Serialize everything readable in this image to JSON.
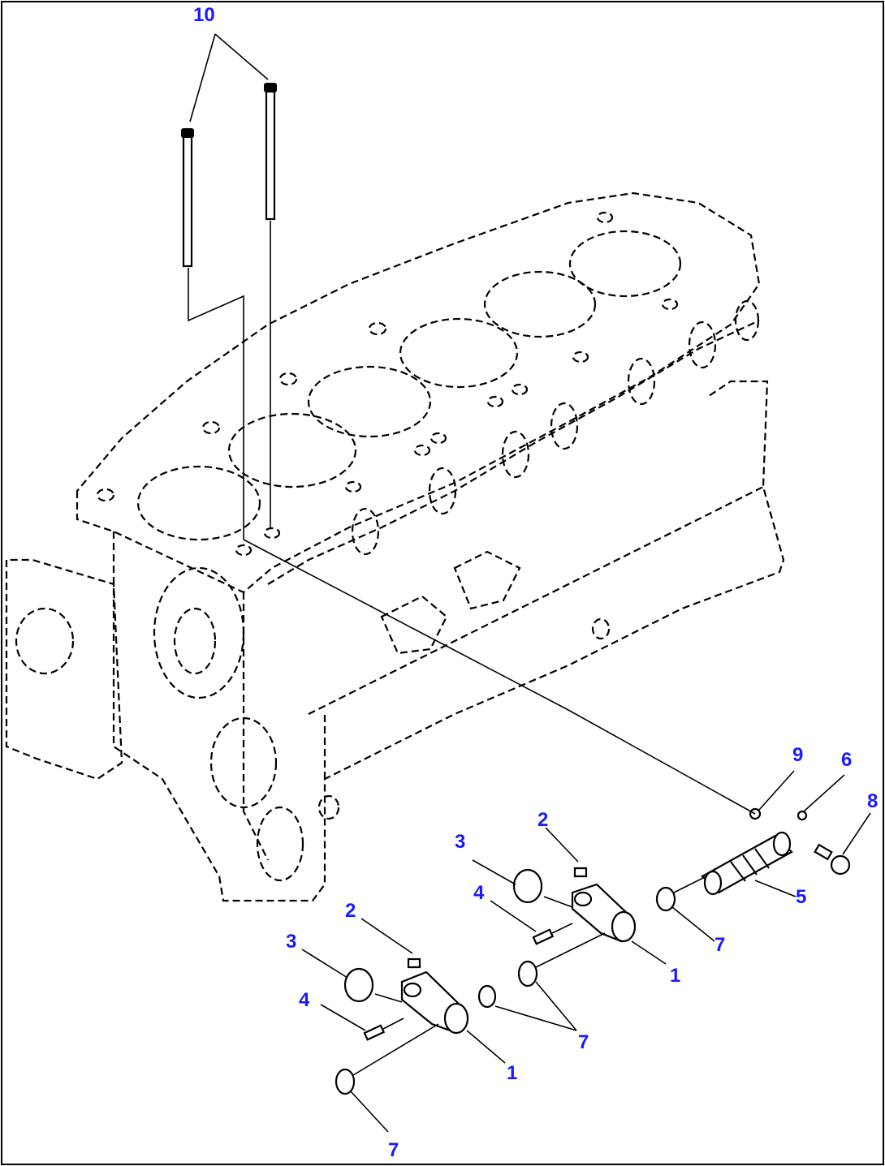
{
  "labels": {
    "l10": "10",
    "l9": "9",
    "l6": "6",
    "l8": "8",
    "l5": "5",
    "l7a": "7",
    "l2a": "2",
    "l3a": "3",
    "l4a": "4",
    "l1a": "1",
    "l7b": "7",
    "l2b": "2",
    "l3b": "3",
    "l4b": "4",
    "l1b": "1",
    "l7c": "7"
  },
  "colors": {
    "callout": "#1a1aff",
    "line": "#000000",
    "background": "#ffffff"
  }
}
